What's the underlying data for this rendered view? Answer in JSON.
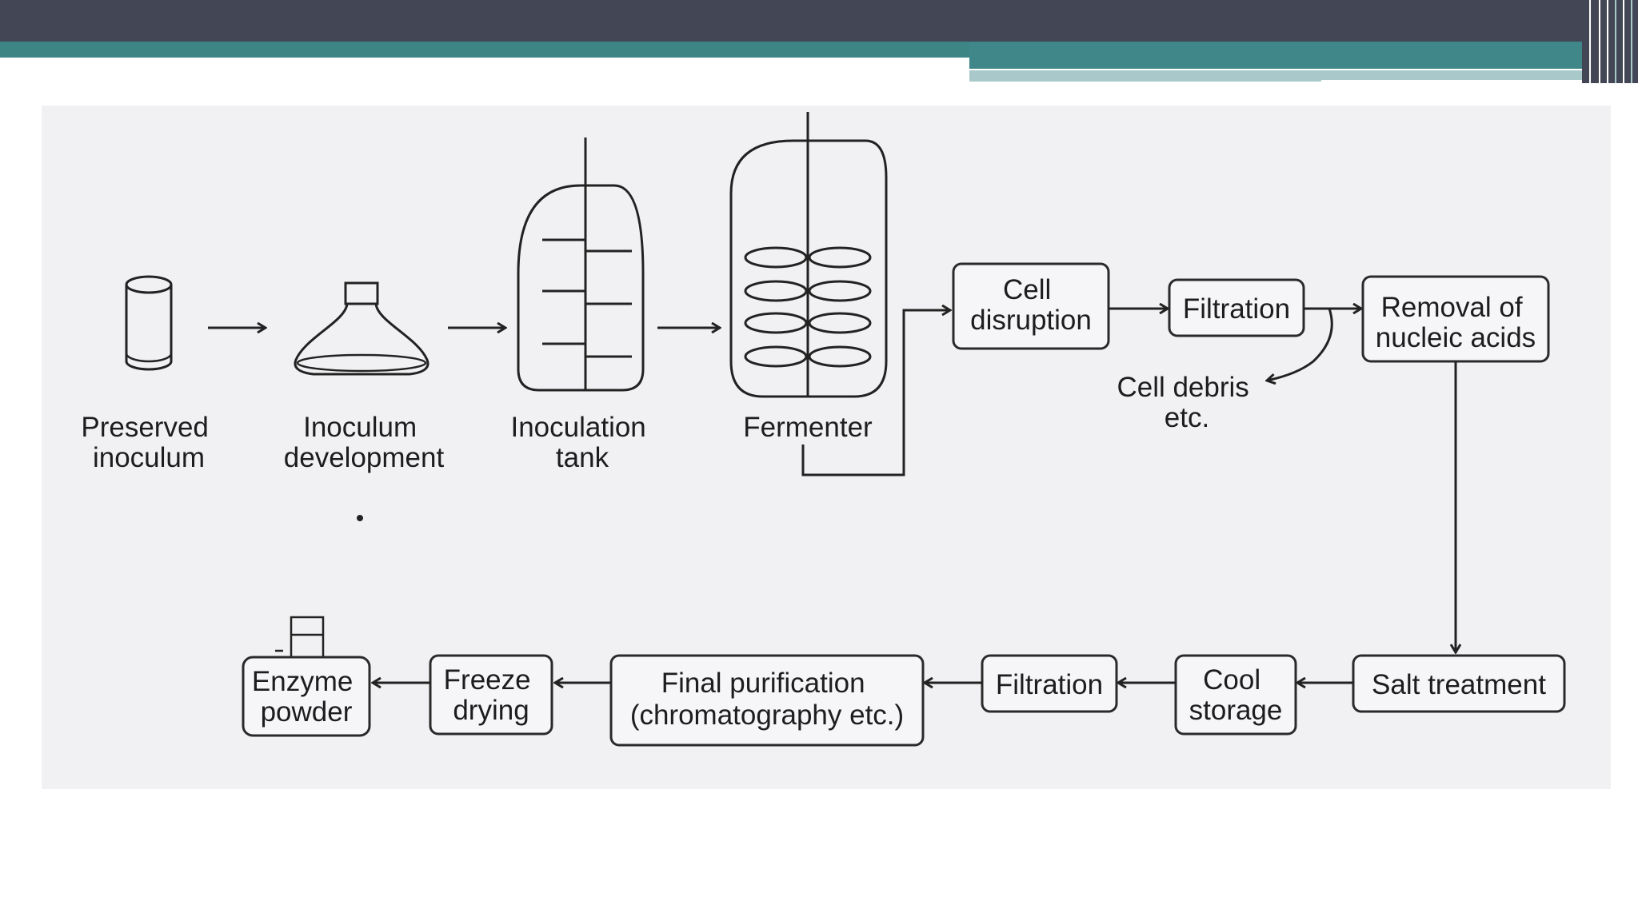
{
  "diagram": {
    "equipment": {
      "preserved_inoculum": [
        "Preserved",
        "inoculum"
      ],
      "inoculum_development": [
        "Inoculum",
        "development"
      ],
      "inoculation_tank": [
        "Inoculation",
        "tank"
      ],
      "fermenter": [
        "Fermenter"
      ]
    },
    "top_row": {
      "cell_disruption": [
        "Cell",
        "disruption"
      ],
      "filtration": [
        "Filtration"
      ],
      "removal_of_nucleic_acids": [
        "Removal of",
        "nucleic acids"
      ],
      "cell_debris": [
        "Cell debris",
        "etc."
      ]
    },
    "bottom_row": {
      "salt_treatment": [
        "Salt treatment"
      ],
      "cool_storage": [
        "Cool",
        "storage"
      ],
      "filtration": [
        "Filtration"
      ],
      "final_purification": [
        "Final purification",
        "(chromatography etc.)"
      ],
      "freeze_drying": [
        "Freeze",
        "drying"
      ],
      "enzyme_powder": [
        "Enzyme",
        "powder"
      ]
    }
  }
}
